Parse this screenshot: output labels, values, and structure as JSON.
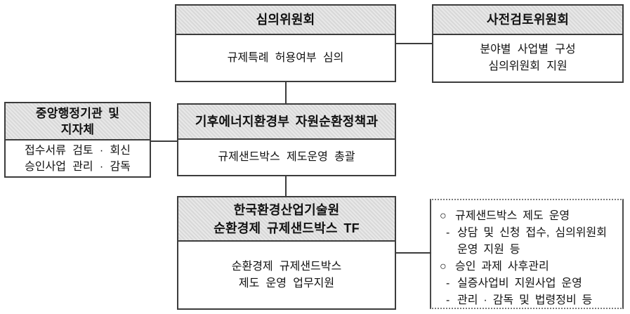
{
  "diagram": {
    "boxes": {
      "review": {
        "title": "심의위원회",
        "body": "규제특례 허용여부 심의"
      },
      "preliminary": {
        "title": "사전검토위원회",
        "body_line1": "분야별 사업별 구성",
        "body_line2": "심의위원회 지원"
      },
      "central": {
        "title_line1": "중앙행정기관 및",
        "title_line2": "지자체",
        "body_line1": "접수서류 검토 · 회신",
        "body_line2": "승인사업 관리 · 감독"
      },
      "ministry": {
        "title": "기후에너지환경부 자원순환정책과",
        "body": "규제샌드박스 제도운영 총괄"
      },
      "keiti": {
        "title_line1": "한국환경산업기술원",
        "title_line2": "순환경제 규제샌드박스 TF",
        "body_line1": "순환경제 규제샌드박스",
        "body_line2": "제도 운영 업무지원"
      },
      "tasks": {
        "items": [
          {
            "marker": "○",
            "text": "규제샌드박스 제도 운영"
          },
          {
            "marker": "-",
            "text": "상담 및 신청 접수, 심의위원회"
          },
          {
            "marker": "",
            "text": "운영 지원 등"
          },
          {
            "marker": "○",
            "text": "승인 과제 사후관리"
          },
          {
            "marker": "-",
            "text": "실증사업비 지원사업 운영"
          },
          {
            "marker": "-",
            "text": "관리 · 감독 및 법령정비 등"
          }
        ]
      }
    },
    "colors": {
      "header_fill": "#dcdcdc",
      "border": "#3c3c3c",
      "text": "#111111",
      "background": "#ffffff"
    }
  }
}
